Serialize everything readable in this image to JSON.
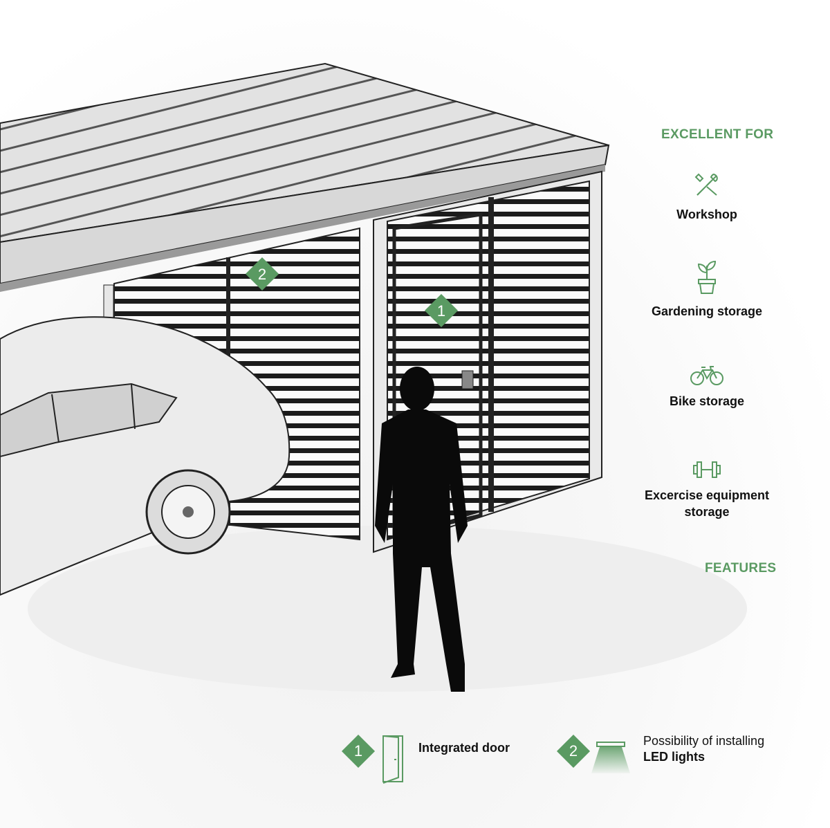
{
  "excellent_for": {
    "heading": "EXCELLENT FOR",
    "items": [
      {
        "label": "Workshop",
        "icon": "tools-icon"
      },
      {
        "label": "Gardening storage",
        "icon": "potted-plant-icon"
      },
      {
        "label": "Bike storage",
        "icon": "bicycle-icon"
      },
      {
        "label": "Excercise equipment storage",
        "icon": "dumbbell-icon"
      }
    ]
  },
  "features": {
    "heading": "FEATURES",
    "items": [
      {
        "number": "1",
        "title": "Integrated door",
        "icon": "door-icon"
      },
      {
        "number": "2",
        "line1": "Possibility of installing",
        "title": "LED lights",
        "icon": "led-light-icon"
      }
    ]
  },
  "markers": [
    "2",
    "1"
  ],
  "colors": {
    "accent": "#5a9a62",
    "text": "#111111"
  }
}
